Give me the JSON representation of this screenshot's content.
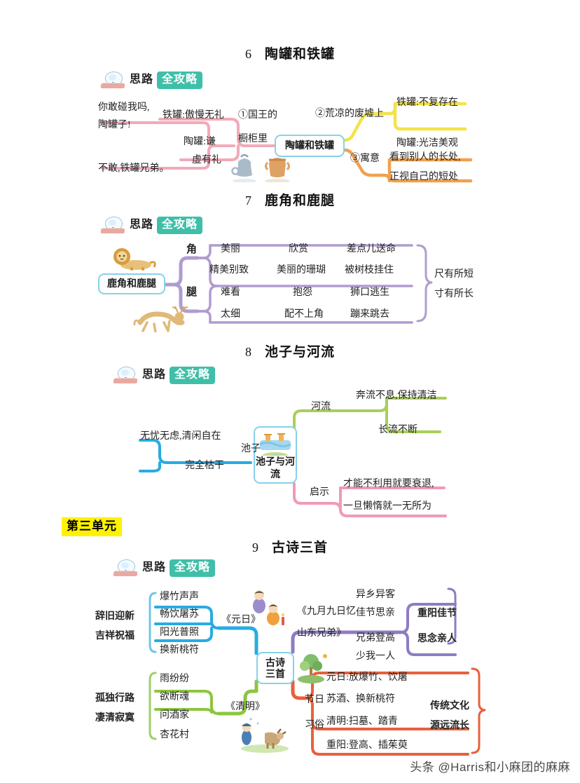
{
  "page": {
    "watermark": "头条 @Harris和小麻团的麻麻",
    "unit_tag": "第三单元",
    "badge": {
      "label_left": "思路",
      "label_right": "全攻略"
    },
    "colors": {
      "teal_badge": "#3fbfa8",
      "unit_yellow": "#fff200",
      "node_border": "#86d2ea",
      "pink": "#f2a9b8",
      "yellow": "#f2e34a",
      "orange": "#f0a14e",
      "purple": "#b09cd0",
      "blue": "#3fa9d8",
      "green_olive": "#a8cf5a",
      "pink2": "#f09ab8",
      "cyan": "#29abe2",
      "green": "#8cc63f",
      "violet": "#8e7cc3",
      "red_orange": "#e8603c"
    }
  },
  "sections": [
    {
      "number": "6",
      "title": "陶罐和铁罐",
      "center": "陶罐和铁罐",
      "branches": {
        "left_top_quote": [
          "你敢碰我吗,",
          "陶罐子!"
        ],
        "left_bottom_quote": "不敢,铁罐兄弟。",
        "iron_trait": "铁罐:傲慢无礼",
        "clay_trait": [
          "陶罐:谦",
          "虚有礼"
        ],
        "b1": [
          "①国王的",
          "橱柜里"
        ],
        "b2": "②荒凉的废墟上",
        "b2_items": [
          "铁罐:不复存在",
          "陶罐:光洁美观"
        ],
        "b3": "③寓意",
        "b3_items": [
          "看到别人的长处,",
          "正视自己的短处"
        ]
      }
    },
    {
      "number": "7",
      "title": "鹿角和鹿腿",
      "center": "鹿角和鹿腿",
      "branches": {
        "horn_label": "角",
        "leg_label": "腿",
        "rows": [
          [
            "美丽",
            "欣赏",
            "差点儿送命"
          ],
          [
            "精美别致",
            "美丽的珊瑚",
            "被树枝挂住"
          ],
          [
            "难看",
            "抱怨",
            "狮口逃生"
          ],
          [
            "太细",
            "配不上角",
            "蹦来跳去"
          ]
        ],
        "conclusion": [
          "尺有所短",
          "寸有所长"
        ]
      }
    },
    {
      "number": "8",
      "title": "池子与河流",
      "center": "池子与河流",
      "branches": {
        "pool_label": "池子",
        "pool_items": [
          "无忧无虑,清闲自在",
          "完全枯干"
        ],
        "river_label": "河流",
        "river_items": [
          "奔流不息,保持清洁",
          "长流不断"
        ],
        "lesson_label": "启示",
        "lesson_items": [
          "才能不利用就要衰退,",
          "一旦懒惰就一无所为"
        ]
      }
    },
    {
      "number": "9",
      "title": "古诗三首",
      "center": [
        "古诗",
        "三首"
      ],
      "branches": {
        "yuanri_title": "《元日》",
        "yuanri_items": [
          "爆竹声声",
          "畅饮屠苏",
          "阳光普照",
          "换新桃符"
        ],
        "yuanri_left": [
          "辞旧迎新",
          "吉祥祝福"
        ],
        "qingming_title": "《清明》",
        "qingming_items": [
          "雨纷纷",
          "欲断魂",
          "问酒家",
          "杏花村"
        ],
        "qingming_left": [
          "孤独行路",
          "凄清寂寞"
        ],
        "jiuyue_title": [
          "《九月九日忆",
          "山东兄弟》"
        ],
        "jiuyue_items": [
          "异乡异客",
          "佳节思亲",
          "兄弟登高",
          "少我一人"
        ],
        "jiuyue_right": [
          "重阳佳节",
          "思念亲人"
        ],
        "festival_label": "节日",
        "custom_label": "习俗",
        "custom_items": [
          "元日:放爆竹、饮屠",
          "苏酒、换新桃符",
          "清明:扫墓、踏青",
          "重阳:登高、插茱萸"
        ],
        "custom_right": [
          "传统文化",
          "源远流长"
        ]
      }
    }
  ]
}
